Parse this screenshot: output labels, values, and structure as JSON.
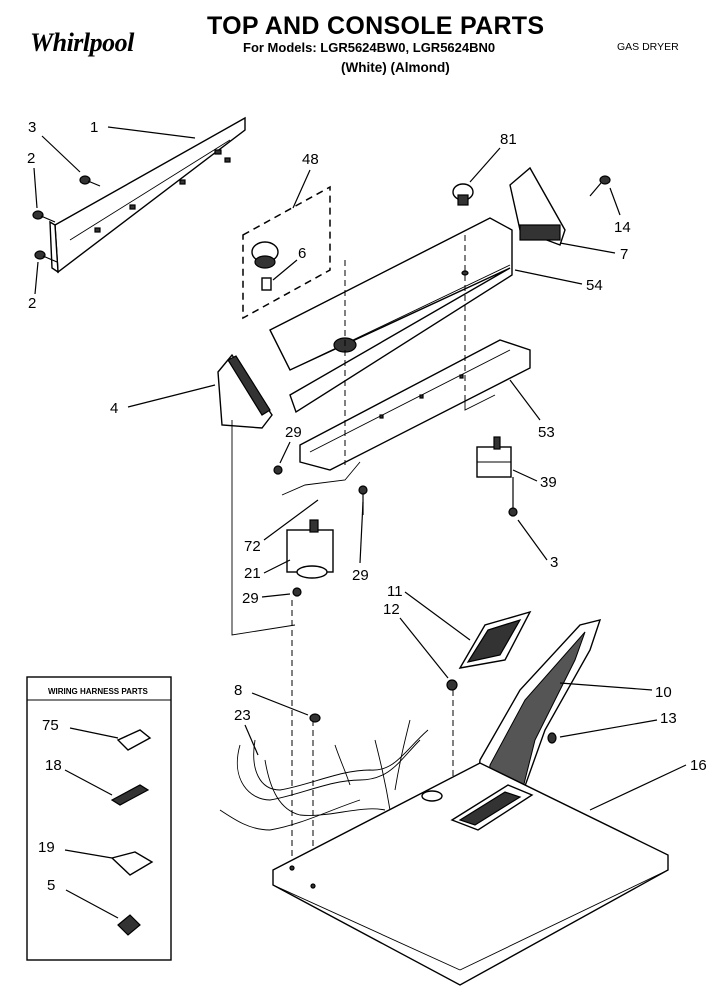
{
  "header": {
    "brand": "Whirlpool",
    "title": "TOP AND CONSOLE PARTS",
    "models": "For Models: LGR5624BW0, LGR5624BN0",
    "colors": "(White)    (Almond)",
    "doc_type": "GAS DRYER"
  },
  "inset": {
    "title": "WIRING HARNESS PARTS",
    "callouts": [
      "75",
      "18",
      "19",
      "5"
    ]
  },
  "callouts": {
    "c1": "1",
    "c3a": "3",
    "c2a": "2",
    "c2b": "2",
    "c48": "48",
    "c6": "6",
    "c81": "81",
    "c14": "14",
    "c7": "7",
    "c54": "54",
    "c4": "4",
    "c29a": "29",
    "c53": "53",
    "c39": "39",
    "c72": "72",
    "c21": "21",
    "c29b": "29",
    "c29c": "29",
    "c3b": "3",
    "c11": "11",
    "c12": "12",
    "c10": "10",
    "c8": "8",
    "c23": "23",
    "c13": "13",
    "c16": "16"
  }
}
